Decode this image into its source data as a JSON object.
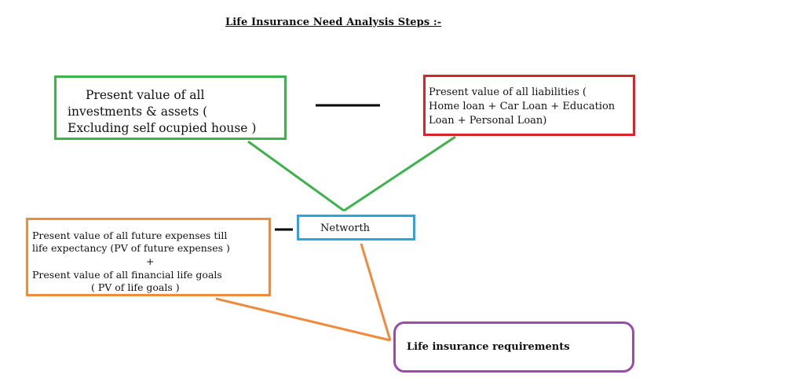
{
  "title": "Life Insurance Need Analysis Steps :-",
  "boxes": {
    "assets": {
      "line1": "Present value of all",
      "line2": "investments & assets (",
      "line3": "Excluding self ocupied house )"
    },
    "liabilities": {
      "line1": "Present value of all liabilities (",
      "line2": "Home loan + Car Loan + Education",
      "line3": "Loan + Personal Loan)"
    },
    "networth": {
      "label": "Networth"
    },
    "expenses": {
      "line1": "Present value of all future expenses till",
      "line2": "life expectancy (PV of future expenses )",
      "plus": "+",
      "line3": "Present value of all financial life goals",
      "line4": "( PV of life goals )"
    },
    "requirements": {
      "label": "Life insurance requirements"
    }
  },
  "colors": {
    "assets": "#3cb44b",
    "liabilities": "#d9242b",
    "networth": "#27a7dc",
    "expenses": "#f08a3c",
    "requirements": "#9b4ab0"
  }
}
